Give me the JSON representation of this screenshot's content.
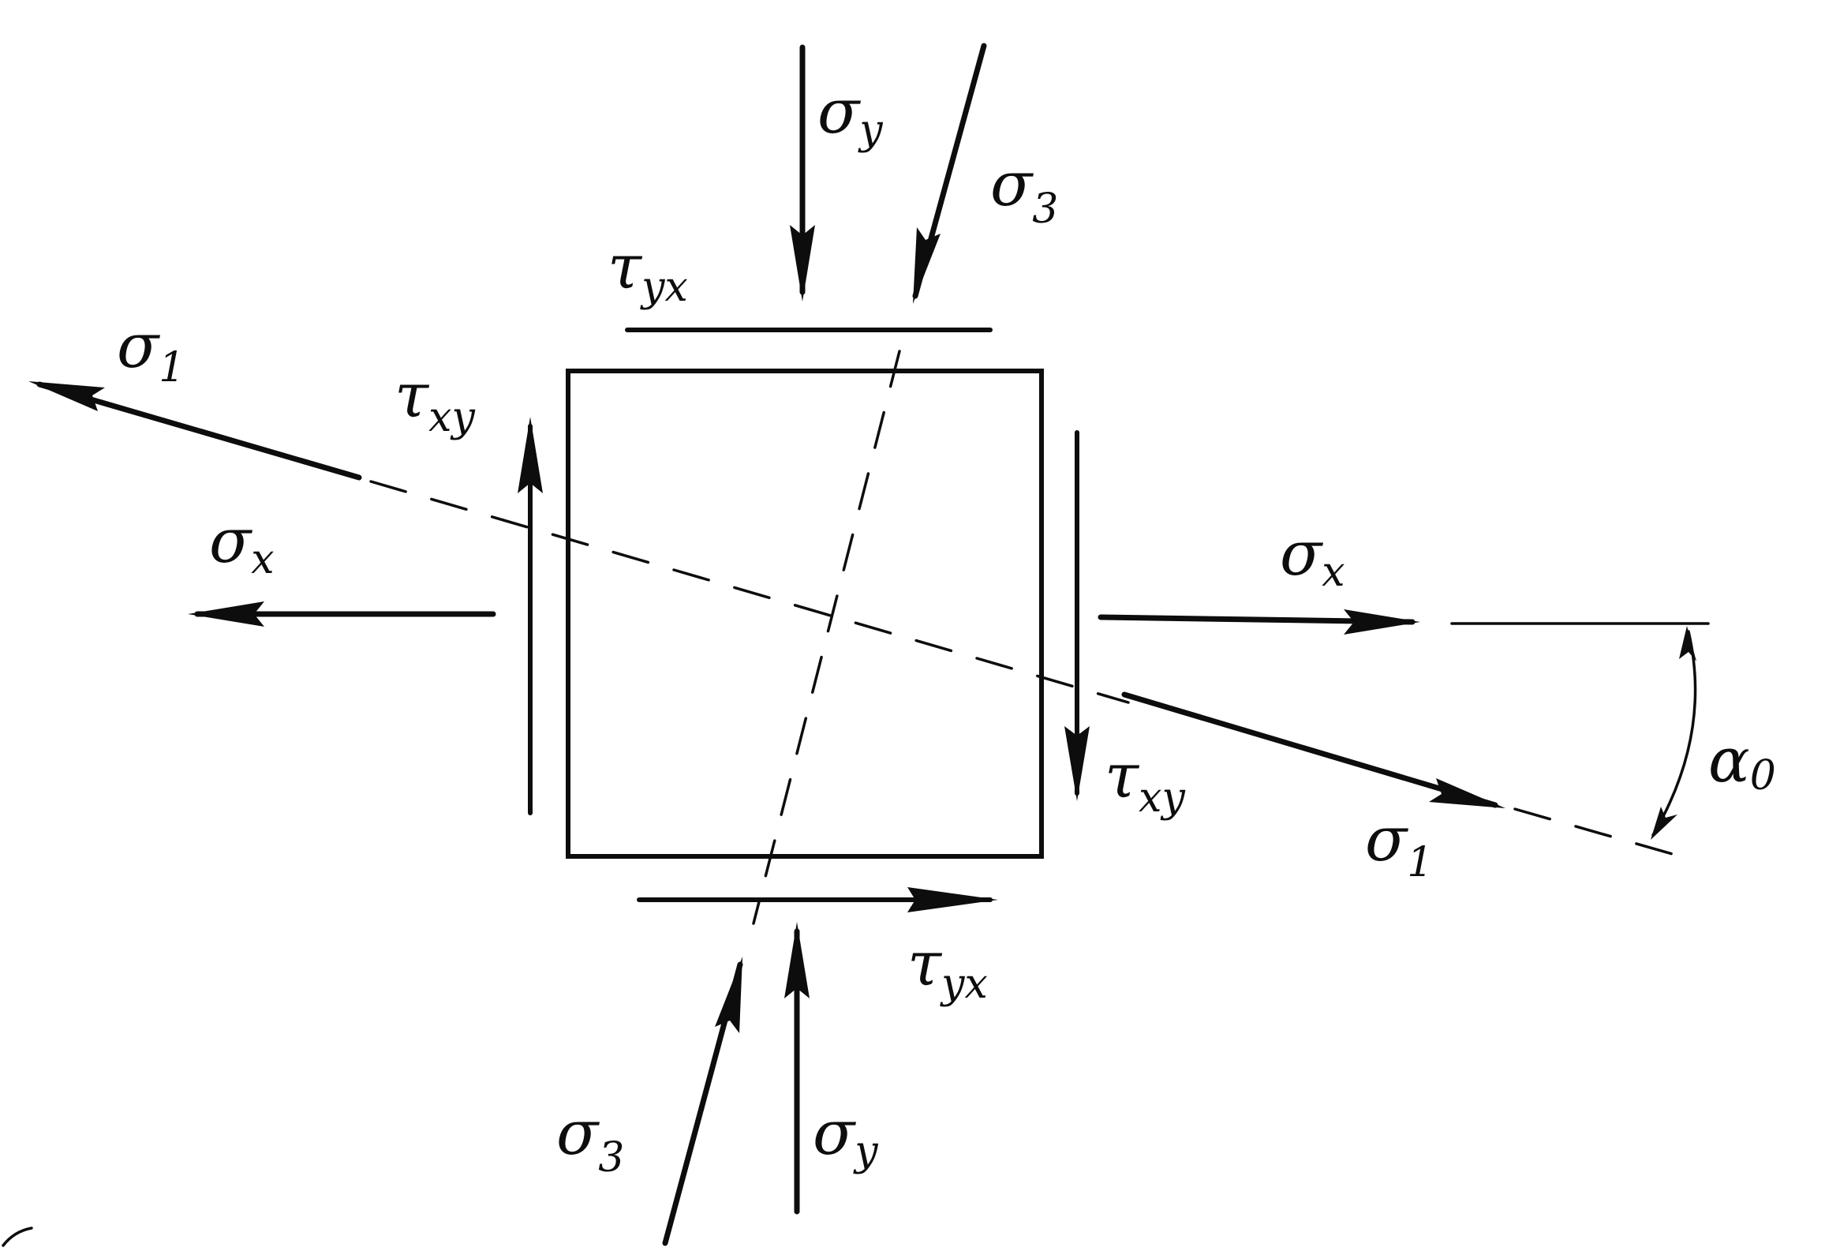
{
  "diagram": {
    "ink_color": "#0d0d0d",
    "background": "#ffffff",
    "labels": {
      "sigma_y_top": {
        "symbol": "σ",
        "sub": "y"
      },
      "sigma_3_top": {
        "symbol": "σ",
        "sub": "3"
      },
      "tau_yx_top": {
        "symbol": "τ",
        "sub": "yx"
      },
      "sigma_1_left": {
        "symbol": "σ",
        "sub": "1"
      },
      "tau_xy_left": {
        "symbol": "τ",
        "sub": "xy"
      },
      "sigma_x_left": {
        "symbol": "σ",
        "sub": "x"
      },
      "sigma_x_right": {
        "symbol": "σ",
        "sub": "x"
      },
      "tau_xy_right": {
        "symbol": "τ",
        "sub": "xy"
      },
      "sigma_1_right": {
        "symbol": "σ",
        "sub": "1"
      },
      "alpha_0": {
        "symbol": "α",
        "sub": "0"
      },
      "tau_yx_bottom": {
        "symbol": "τ",
        "sub": "yx"
      },
      "sigma_3_bottom": {
        "symbol": "σ",
        "sub": "3"
      },
      "sigma_y_bottom": {
        "symbol": "σ",
        "sub": "y"
      }
    }
  }
}
